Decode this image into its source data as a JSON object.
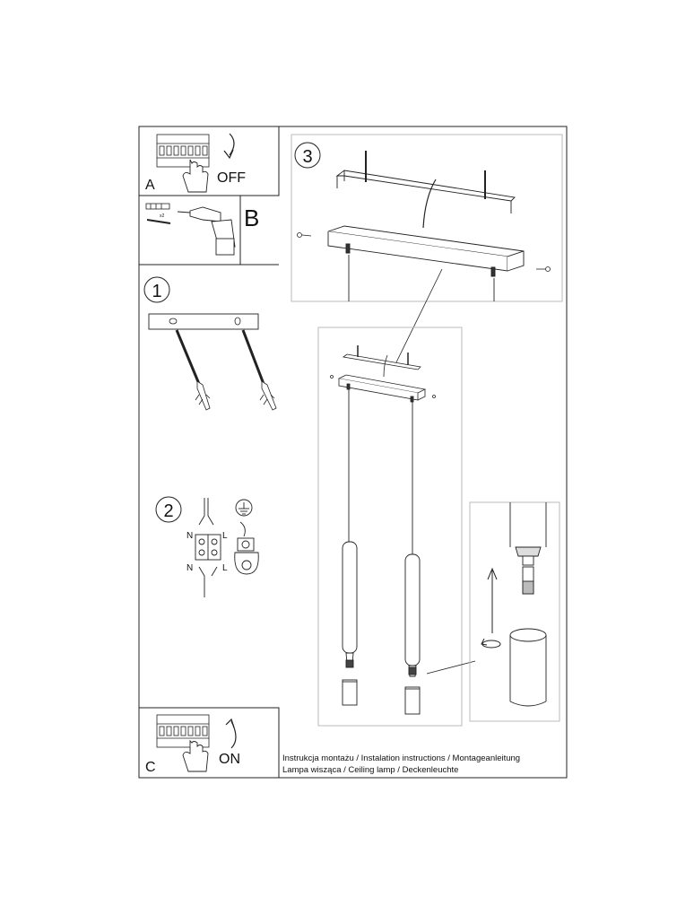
{
  "panels": {
    "a": {
      "letter": "A",
      "switch_label": "OFF"
    },
    "b": {
      "letter": "B",
      "anchor_qty": "x2"
    },
    "step1": {
      "number": "1"
    },
    "step2": {
      "number": "2",
      "terminal_n_top": "N",
      "terminal_l_top": "L",
      "terminal_n_bottom": "N",
      "terminal_l_bottom": "L"
    },
    "step3": {
      "number": "3"
    },
    "c": {
      "letter": "C",
      "switch_label": "ON"
    }
  },
  "footer": {
    "line1": "Instrukcja montażu / Instalation instructions / Montageanleitung",
    "line2": "Lampa wisząca / Ceiling lamp / Deckenleuchte"
  }
}
